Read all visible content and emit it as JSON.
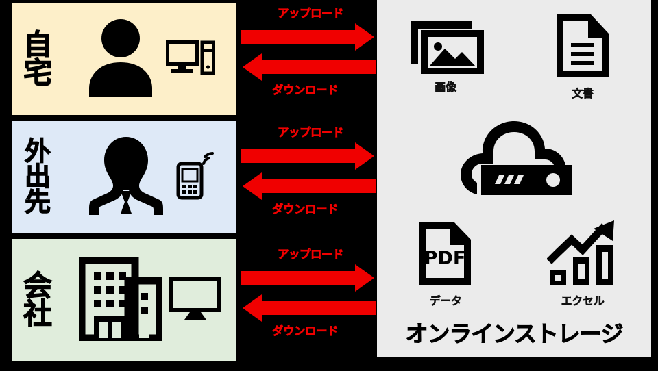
{
  "diagram": {
    "title": "オンラインストレージ",
    "background_color": "#000000",
    "accent_color": "#F00000"
  },
  "locations": [
    {
      "id": "home",
      "label": "自宅",
      "bg_color": "#FDEFC9",
      "icons": [
        "person-icon",
        "desktop-computer-icon"
      ]
    },
    {
      "id": "mobile",
      "label": "外出先",
      "bg_color": "#DEE9F7",
      "icons": [
        "businessperson-icon",
        "mobile-phone-signal-icon"
      ]
    },
    {
      "id": "office",
      "label": "会社",
      "bg_color": "#E0EDDC",
      "icons": [
        "office-building-icon",
        "monitor-icon"
      ]
    }
  ],
  "transfers": [
    {
      "id": "home",
      "upload_label": "アップロード",
      "download_label": "ダウンロード"
    },
    {
      "id": "mobile",
      "upload_label": "アップロード",
      "download_label": "ダウンロード"
    },
    {
      "id": "office",
      "upload_label": "アップロード",
      "download_label": "ダウンロード"
    }
  ],
  "storage": {
    "panel_color": "#EBEBEB",
    "title": "オンラインストレージ",
    "items": [
      {
        "id": "image",
        "label": "画像",
        "icon": "photos-stack-icon"
      },
      {
        "id": "document",
        "label": "文書",
        "icon": "text-document-icon"
      },
      {
        "id": "cloud",
        "label": "",
        "icon": "cloud-server-icon"
      },
      {
        "id": "pdf",
        "label": "データ",
        "icon": "pdf-file-icon",
        "badge": "PDF"
      },
      {
        "id": "excel",
        "label": "エクセル",
        "icon": "bar-chart-growth-icon"
      }
    ]
  }
}
